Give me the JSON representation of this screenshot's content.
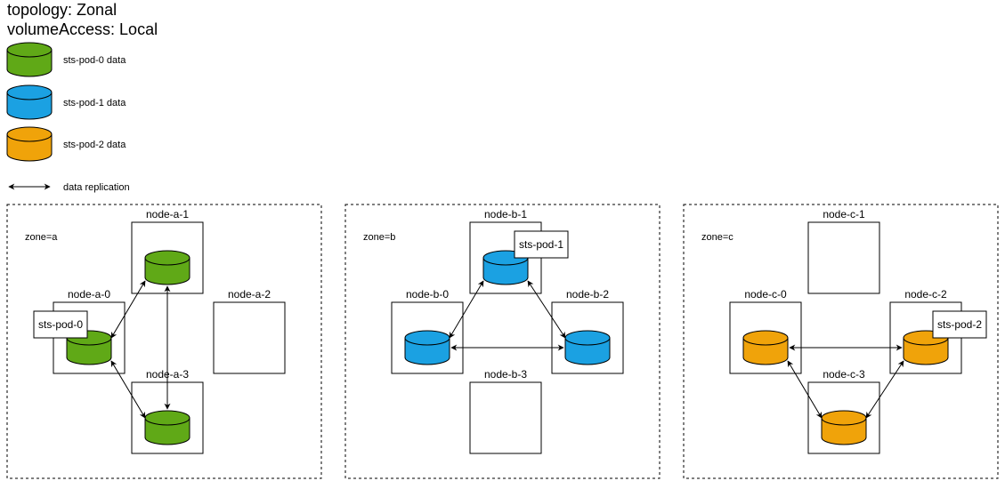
{
  "title": {
    "line1": "topology: Zonal",
    "line2": "volumeAccess: Local"
  },
  "legend": {
    "items": [
      {
        "label": "sts-pod-0 data",
        "color": "#60a917"
      },
      {
        "label": "sts-pod-1 data",
        "color": "#1ba1e2"
      },
      {
        "label": "sts-pod-2 data",
        "color": "#f0a30a"
      }
    ],
    "replication_label": "data replication"
  },
  "zones": [
    {
      "label": "zone=a",
      "pod_label": "sts-pod-0",
      "color": "#60a917",
      "nodes": [
        "node-a-0",
        "node-a-1",
        "node-a-2",
        "node-a-3"
      ]
    },
    {
      "label": "zone=b",
      "pod_label": "sts-pod-1",
      "color": "#1ba1e2",
      "nodes": [
        "node-b-0",
        "node-b-1",
        "node-b-2",
        "node-b-3"
      ]
    },
    {
      "label": "zone=c",
      "pod_label": "sts-pod-2",
      "color": "#f0a30a",
      "nodes": [
        "node-c-0",
        "node-c-1",
        "node-c-2",
        "node-c-3"
      ]
    }
  ]
}
